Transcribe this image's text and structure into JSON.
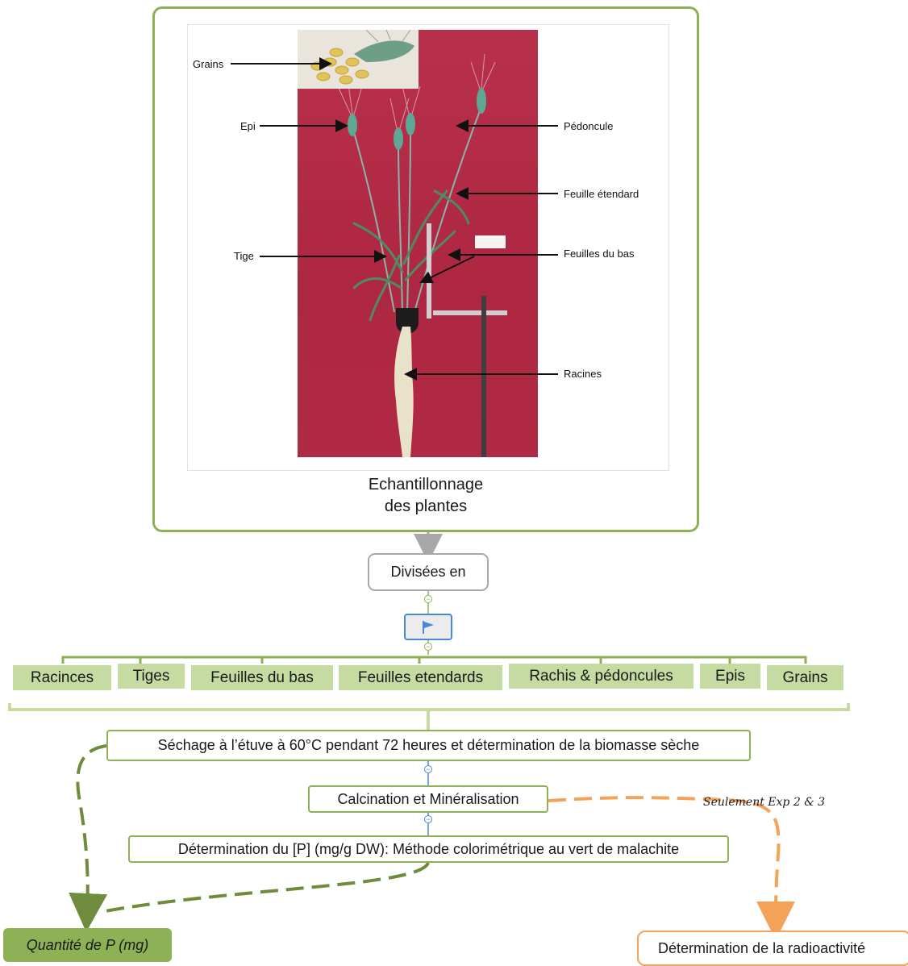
{
  "photo": {
    "labels_left": [
      "Grains",
      "Epi",
      "Tige"
    ],
    "labels_right": [
      "Pédoncule",
      "Feuille étendard",
      "Feuilles du bas",
      "Racines"
    ]
  },
  "card": {
    "title_line1": "Echantillonnage",
    "title_line2": "des plantes"
  },
  "divide": {
    "label": "Divisées en"
  },
  "parts": [
    "Racinces",
    "Tiges",
    "Feuilles du bas",
    "Feuilles etendards",
    "Rachis & pédoncules",
    "Epis",
    "Grains"
  ],
  "steps": {
    "drying": "Séchage à l’étuve à 60°C pendant 72 heures et détermination de la biomasse sèche",
    "calcination": "Calcination et Minéralisation",
    "determination": "Détermination du [P] (mg/g DW): Méthode colorimétrique au vert de malachite"
  },
  "note": "Seulement Exp 2 & 3",
  "outputs": {
    "quantity": "Quantité de P (mg)",
    "radioactivity": "Détermination de la radioactivité"
  },
  "colors": {
    "green": "#8db255",
    "light_green": "#c6dba2",
    "orange": "#f3a25a",
    "dark_green_dash": "#6e8c3c",
    "blue": "#4a87d8",
    "gray": "#a8a8a8"
  },
  "icons": [
    "flag-icon",
    "collapse-icon"
  ]
}
